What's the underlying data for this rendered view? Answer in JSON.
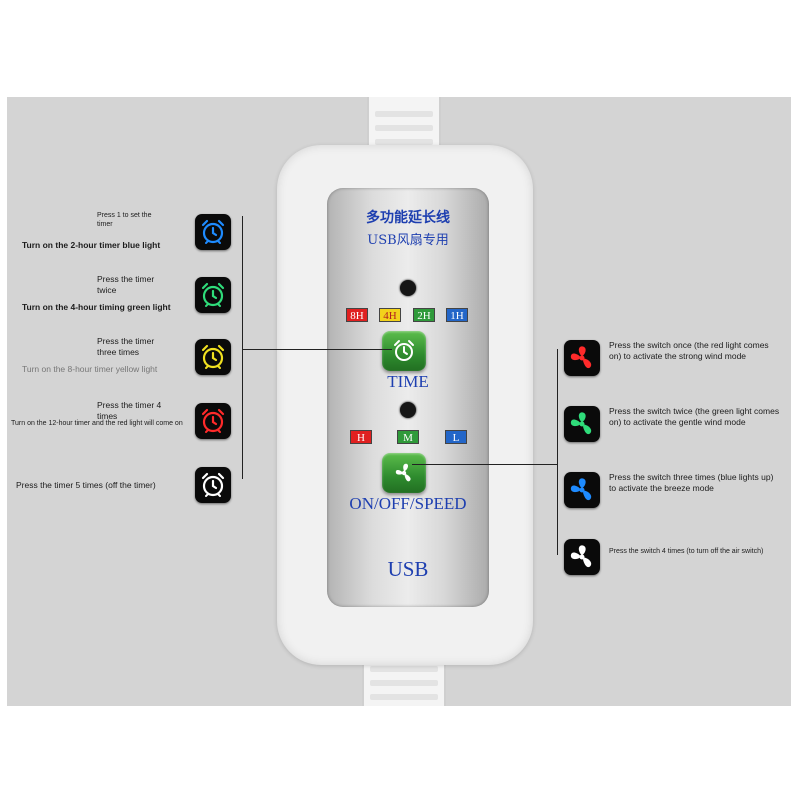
{
  "device": {
    "title_cn": "多功能延长线",
    "subtitle_cn": "USB风扇专用",
    "timer_tags": [
      {
        "label": "8H",
        "color": "#e02020",
        "text": "#ffffff"
      },
      {
        "label": "4H",
        "color": "#f2d21b",
        "text": "#b32020"
      },
      {
        "label": "2H",
        "color": "#2f9a3a",
        "text": "#ffffff"
      },
      {
        "label": "1H",
        "color": "#2366c8",
        "text": "#ffffff"
      }
    ],
    "time_label": "TIME",
    "speed_tags": [
      {
        "label": "H",
        "color": "#e02020",
        "text": "#ffffff"
      },
      {
        "label": "M",
        "color": "#2f9a3a",
        "text": "#ffffff"
      },
      {
        "label": "L",
        "color": "#2366c8",
        "text": "#ffffff"
      }
    ],
    "speed_label": "ON/OFF/SPEED",
    "usb_label": "USB"
  },
  "timer_notes": [
    {
      "lines": [
        "Press 1 to set the",
        "timer"
      ],
      "detail": "Turn on the 2-hour timer blue light",
      "color": "#1e8bff"
    },
    {
      "lines": [
        "Press the timer",
        "twice"
      ],
      "detail": "Turn on the 4-hour timing green light",
      "color": "#2fdc7a"
    },
    {
      "lines": [
        "Press the timer",
        "three times"
      ],
      "detail": "Turn on the 8-hour timer yellow light",
      "color": "#f0e020"
    },
    {
      "lines": [
        "Press the timer 4",
        "times"
      ],
      "detail": "Turn on the 12-hour timer and the red light will come on",
      "color": "#ff2a2a"
    },
    {
      "lines": [
        "Press the timer 5 times (off the timer)"
      ],
      "detail": "",
      "color": "#ffffff"
    }
  ],
  "fan_notes": [
    {
      "text": "Press the switch once (the red light comes on) to activate the strong wind mode",
      "color": "#ff2a2a"
    },
    {
      "text": "Press the switch twice (the green light comes on) to activate the gentle wind mode",
      "color": "#2fdc7a"
    },
    {
      "text": "Press the switch three times (blue lights up) to activate the breeze mode",
      "color": "#1e8bff"
    },
    {
      "text": "Press the switch 4 times (to turn off the air switch)",
      "color": "#ffffff"
    }
  ],
  "icons": {
    "clock": "alarm-clock-icon",
    "fan": "fan-icon"
  }
}
